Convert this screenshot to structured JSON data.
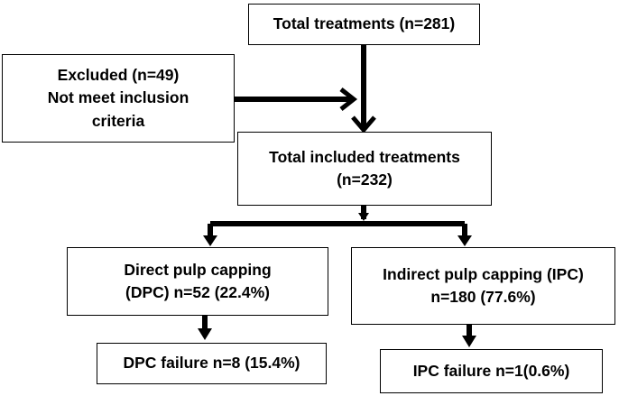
{
  "flowchart": {
    "total": {
      "lines": [
        "Total treatments (n=281)"
      ]
    },
    "excluded": {
      "lines": [
        "Excluded (n=49)",
        "Not meet inclusion",
        "criteria"
      ]
    },
    "included": {
      "lines": [
        "Total included treatments",
        "(n=232)"
      ]
    },
    "dpc": {
      "lines": [
        "Direct pulp capping",
        "(DPC) n=52 (22.4%)"
      ]
    },
    "ipc": {
      "lines": [
        "Indirect pulp capping (IPC)",
        "n=180 (77.6%)"
      ]
    },
    "dpc_failure": {
      "lines": [
        "DPC failure n=8 (15.4%)"
      ]
    },
    "ipc_failure": {
      "lines": [
        "IPC failure n=1(0.6%)"
      ]
    }
  }
}
